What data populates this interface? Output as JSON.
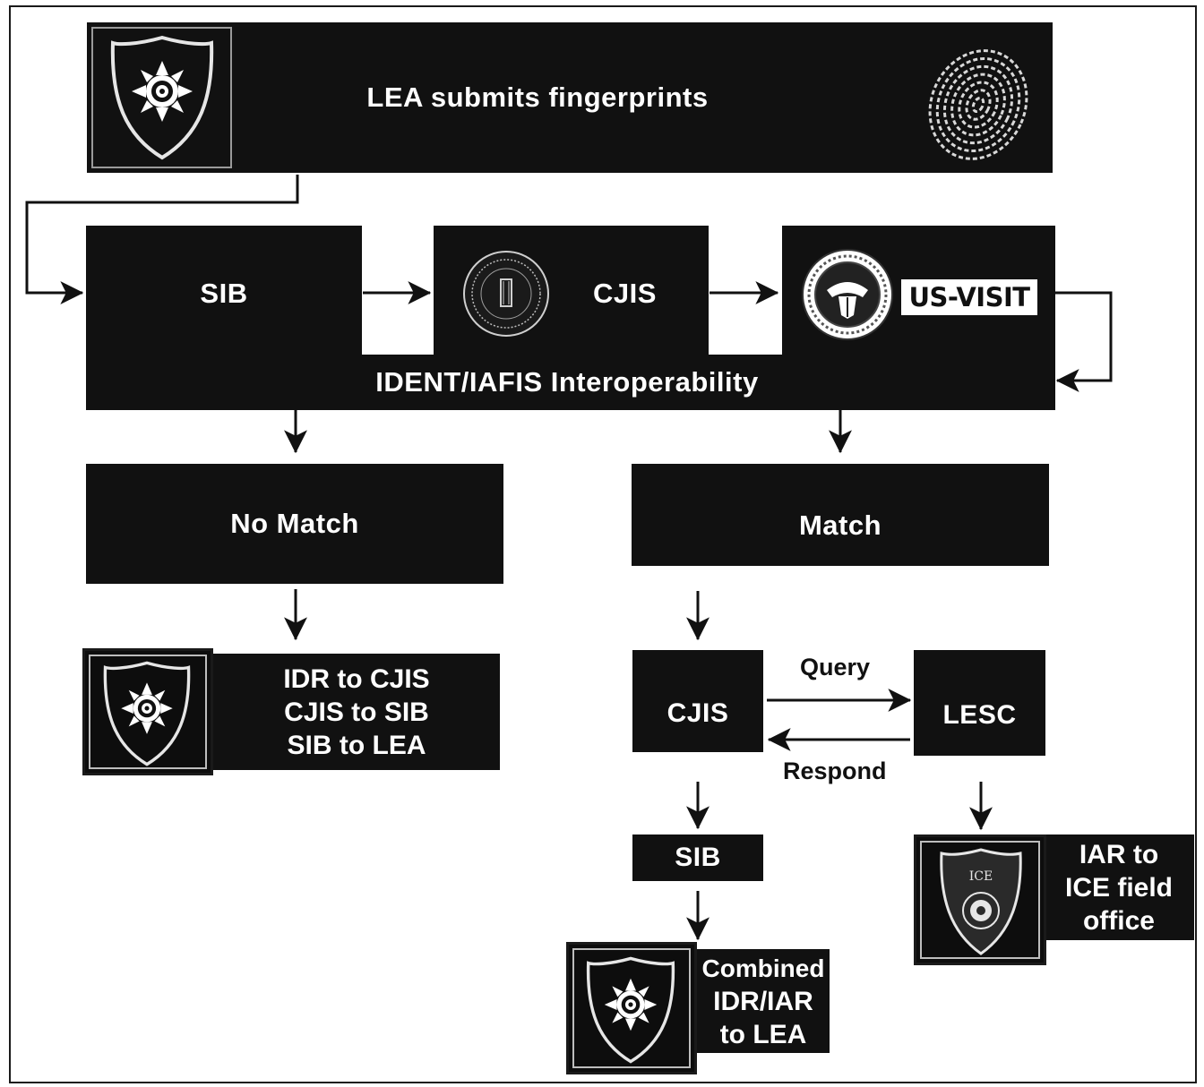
{
  "nodes": {
    "lea_submits": "LEA submits fingerprints",
    "sib_top": "SIB",
    "cjis_top": "CJIS",
    "us_visit": "US-VISIT",
    "ident_iafis": "IDENT/IAFIS Interoperability",
    "no_match": "No Match",
    "match": "Match",
    "no_match_result": [
      "IDR to CJIS",
      "CJIS to SIB",
      "SIB to LEA"
    ],
    "cjis_bottom": "CJIS",
    "lesc": "LESC",
    "sib_bottom": "SIB",
    "combined_result": [
      "Combined",
      "IDR/IAR",
      "to LEA"
    ],
    "iar_result": [
      "IAR to",
      "ICE field",
      "office"
    ]
  },
  "edge_labels": {
    "query": "Query",
    "respond": "Respond"
  },
  "seal_text": {
    "ice": "ICE"
  },
  "icons": {
    "lea": "police-badge-icon",
    "fingerprint": "fingerprint-icon",
    "fbi": "fbi-seal-icon",
    "dhs": "dhs-seal-icon",
    "ice": "ice-badge-icon"
  },
  "colors": {
    "box": "#111111",
    "text": "#ffffff",
    "arrow": "#111111",
    "background": "#ffffff"
  }
}
